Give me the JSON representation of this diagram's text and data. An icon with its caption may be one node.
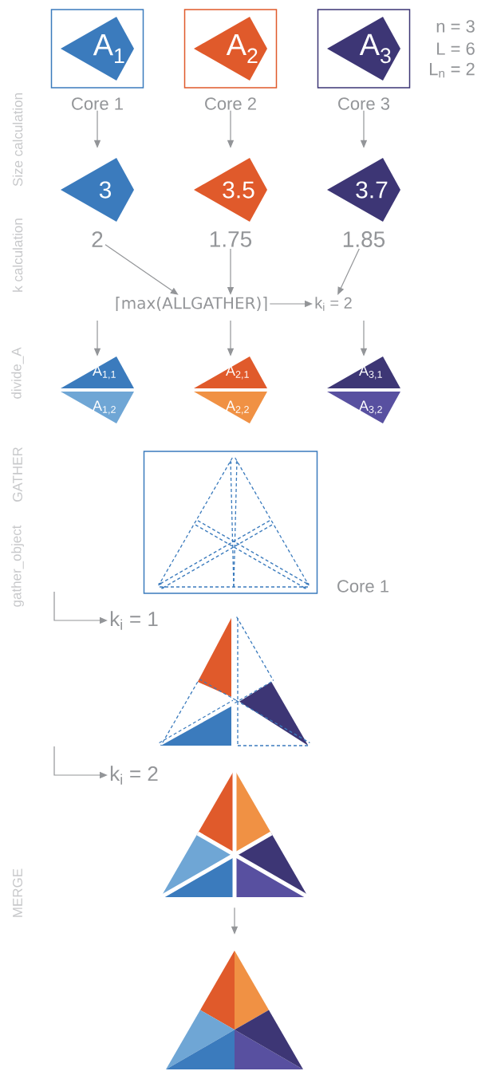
{
  "diagram": {
    "nodes": [
      {
        "text": [
          "A$_{1}$"
        ],
        "beside": [
          "Core 1"
        ]
      },
      {
        "text": [
          "A$_{2}$"
        ],
        "beside": [
          "Core 2"
        ]
      },
      {
        "text": [
          "A$_{3}$"
        ],
        "beside": [
          "Core 3"
        ]
      },
      {
        "text": [
          "3"
        ]
      },
      {
        "text": [
          "3.5"
        ]
      },
      {
        "text": [
          "3.7"
        ]
      },
      {
        "text": [
          "2"
        ]
      },
      {
        "text": [
          "1.75"
        ]
      },
      {
        "text": [
          "1.85"
        ]
      },
      {
        "text": [
          "⌈max(ALLGATHER)⌉"
        ]
      },
      {
        "text": [
          "k$_{i}$ = 2"
        ]
      },
      {
        "text": [
          "A$_{1,1}$"
        ]
      },
      {
        "text": [
          "A$_{2,1}$"
        ]
      },
      {
        "text": [
          "A$_{3,1}$"
        ]
      },
      {
        "text": [
          "A$_{1,2}$"
        ]
      },
      {
        "text": [
          "A$_{2,2}$"
        ]
      },
      {
        "text": [
          "A$_{3,2}$"
        ]
      },
      {
        "text": [],
        "shape": "box",
        "beside": [
          "Core 1"
        ]
      },
      {
        "text": [
          "k$_{i}$ = 1"
        ]
      },
      {
        "text": [],
        "shape": "triangle"
      },
      {
        "text": [
          "k$_{i}$ = 2"
        ]
      },
      {
        "text": [],
        "shape": "triangle"
      },
      {
        "text": [],
        "shape": "triangle"
      }
    ],
    "edges": [
      {
        "from": 0,
        "to": 3,
        "arrow": "to"
      },
      {
        "from": 1,
        "to": 4,
        "arrow": "to"
      },
      {
        "from": 2,
        "to": 5,
        "arrow": "to"
      },
      {
        "from": 6,
        "to": 9,
        "arrow": "to"
      },
      {
        "from": 7,
        "to": 9,
        "arrow": "to"
      },
      {
        "from": 8,
        "to": 10,
        "arrow": "to"
      },
      {
        "from": 9,
        "to": 10,
        "arrow": "to"
      },
      {
        "from": 9,
        "to": 11,
        "arrow": "to"
      },
      {
        "from": 9,
        "to": 12,
        "arrow": "to"
      },
      {
        "from": 10,
        "to": 13,
        "arrow": "to"
      },
      {
        "from": null,
        "to": 18,
        "arrow": "to"
      },
      {
        "from": null,
        "to": 20,
        "arrow": "to"
      },
      {
        "from": 21,
        "to": 22,
        "arrow": "to"
      }
    ],
    "labels": [
      "n = 3",
      "L = 6",
      "L$_{n}$ = 2",
      "Size calculation",
      "k calculation",
      "divide_A",
      "GATHER",
      "gather_object",
      "MERGE"
    ]
  }
}
